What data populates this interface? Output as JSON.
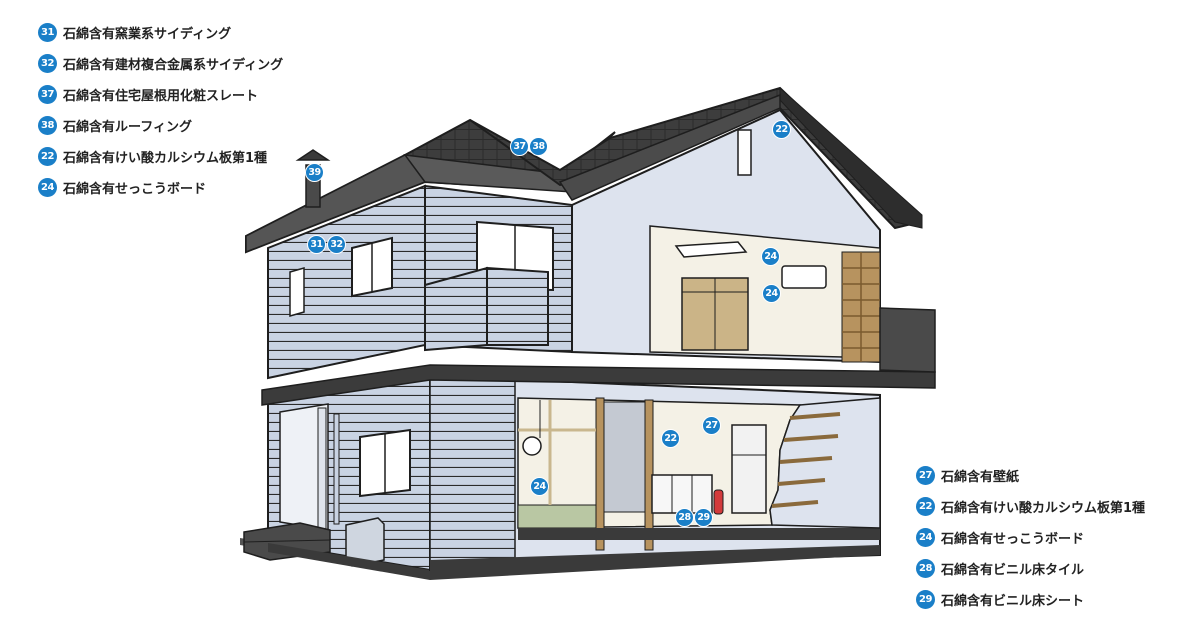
{
  "legend_top": [
    {
      "num": "31",
      "label": "石綿含有窯業系サイディング"
    },
    {
      "num": "32",
      "label": "石綿含有建材複合金属系サイディング"
    },
    {
      "num": "37",
      "label": "石綿含有住宅屋根用化粧スレート"
    },
    {
      "num": "38",
      "label": "石綿含有ルーフィング"
    },
    {
      "num": "22",
      "label": "石綿含有けい酸カルシウム板第1種"
    },
    {
      "num": "24",
      "label": "石綿含有せっこうボード"
    }
  ],
  "legend_bottom": [
    {
      "num": "27",
      "label": "石綿含有壁紙"
    },
    {
      "num": "22",
      "label": "石綿含有けい酸カルシウム板第1種"
    },
    {
      "num": "24",
      "label": "石綿含有せっこうボード"
    },
    {
      "num": "28",
      "label": "石綿含有ビニル床タイル"
    },
    {
      "num": "29",
      "label": "石綿含有ビニル床シート"
    }
  ],
  "markers": {
    "chimney": "39",
    "roof_a": "37",
    "roof_b": "38",
    "gable": "22",
    "siding_a": "31",
    "siding_b": "32",
    "ceiling_room": "24",
    "wall_room": "24",
    "ground_wall": "24",
    "kitchen_wall": "22",
    "kitchen_wallpaper": "27",
    "floor_tile": "28",
    "floor_sheet": "29"
  },
  "colors": {
    "badge": "#1a7fc8",
    "roof": "#3b3b3b",
    "siding": "#c9d3e3",
    "wall_light": "#dde3ee",
    "interior": "#f4f1e6",
    "wood": "#b7935f",
    "outline": "#1e1e1e"
  }
}
